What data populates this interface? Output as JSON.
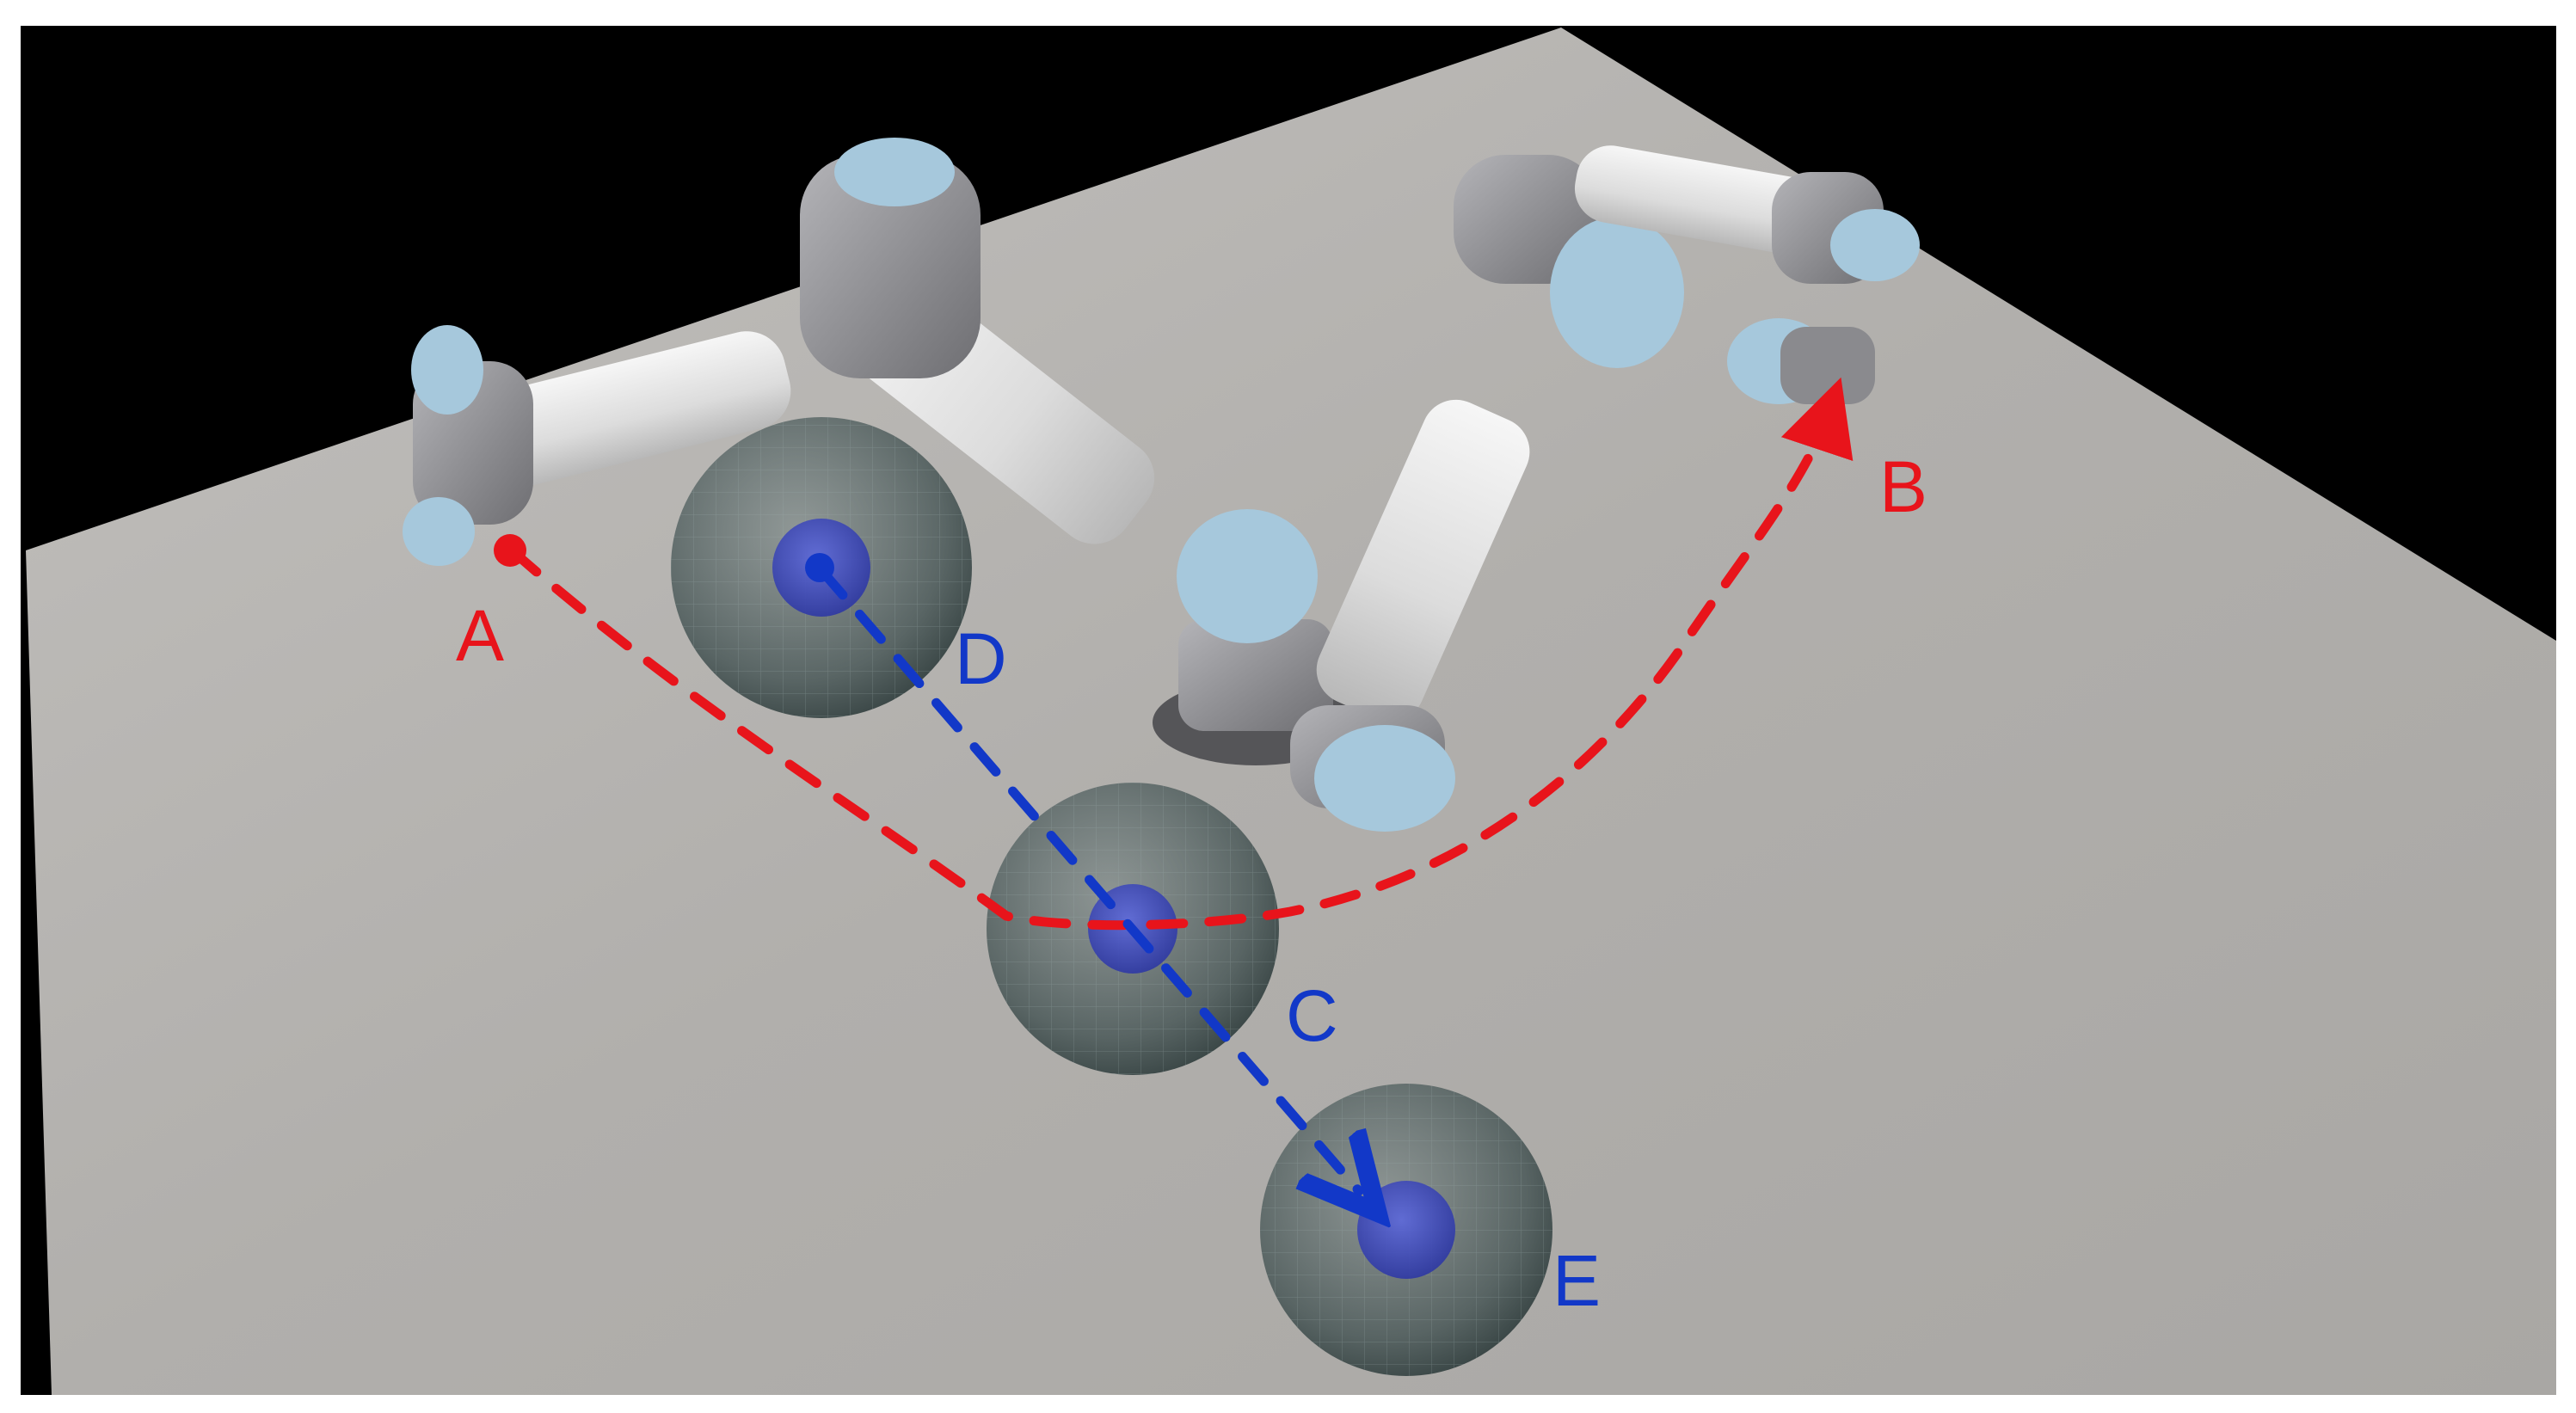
{
  "labels": {
    "a": "A",
    "b": "B",
    "c": "C",
    "d": "D",
    "e": "E"
  },
  "colors": {
    "robot_path": "#e8141b",
    "obstacle_path": "#1238c8",
    "background": "#000000",
    "floor": "#b3b1ae",
    "sphere_shell": "#3f5050",
    "sphere_core": "#3a48c8",
    "robot_link": "#e4e4e4",
    "robot_joint": "#8e8e92",
    "robot_cap": "#a6c8dc"
  }
}
